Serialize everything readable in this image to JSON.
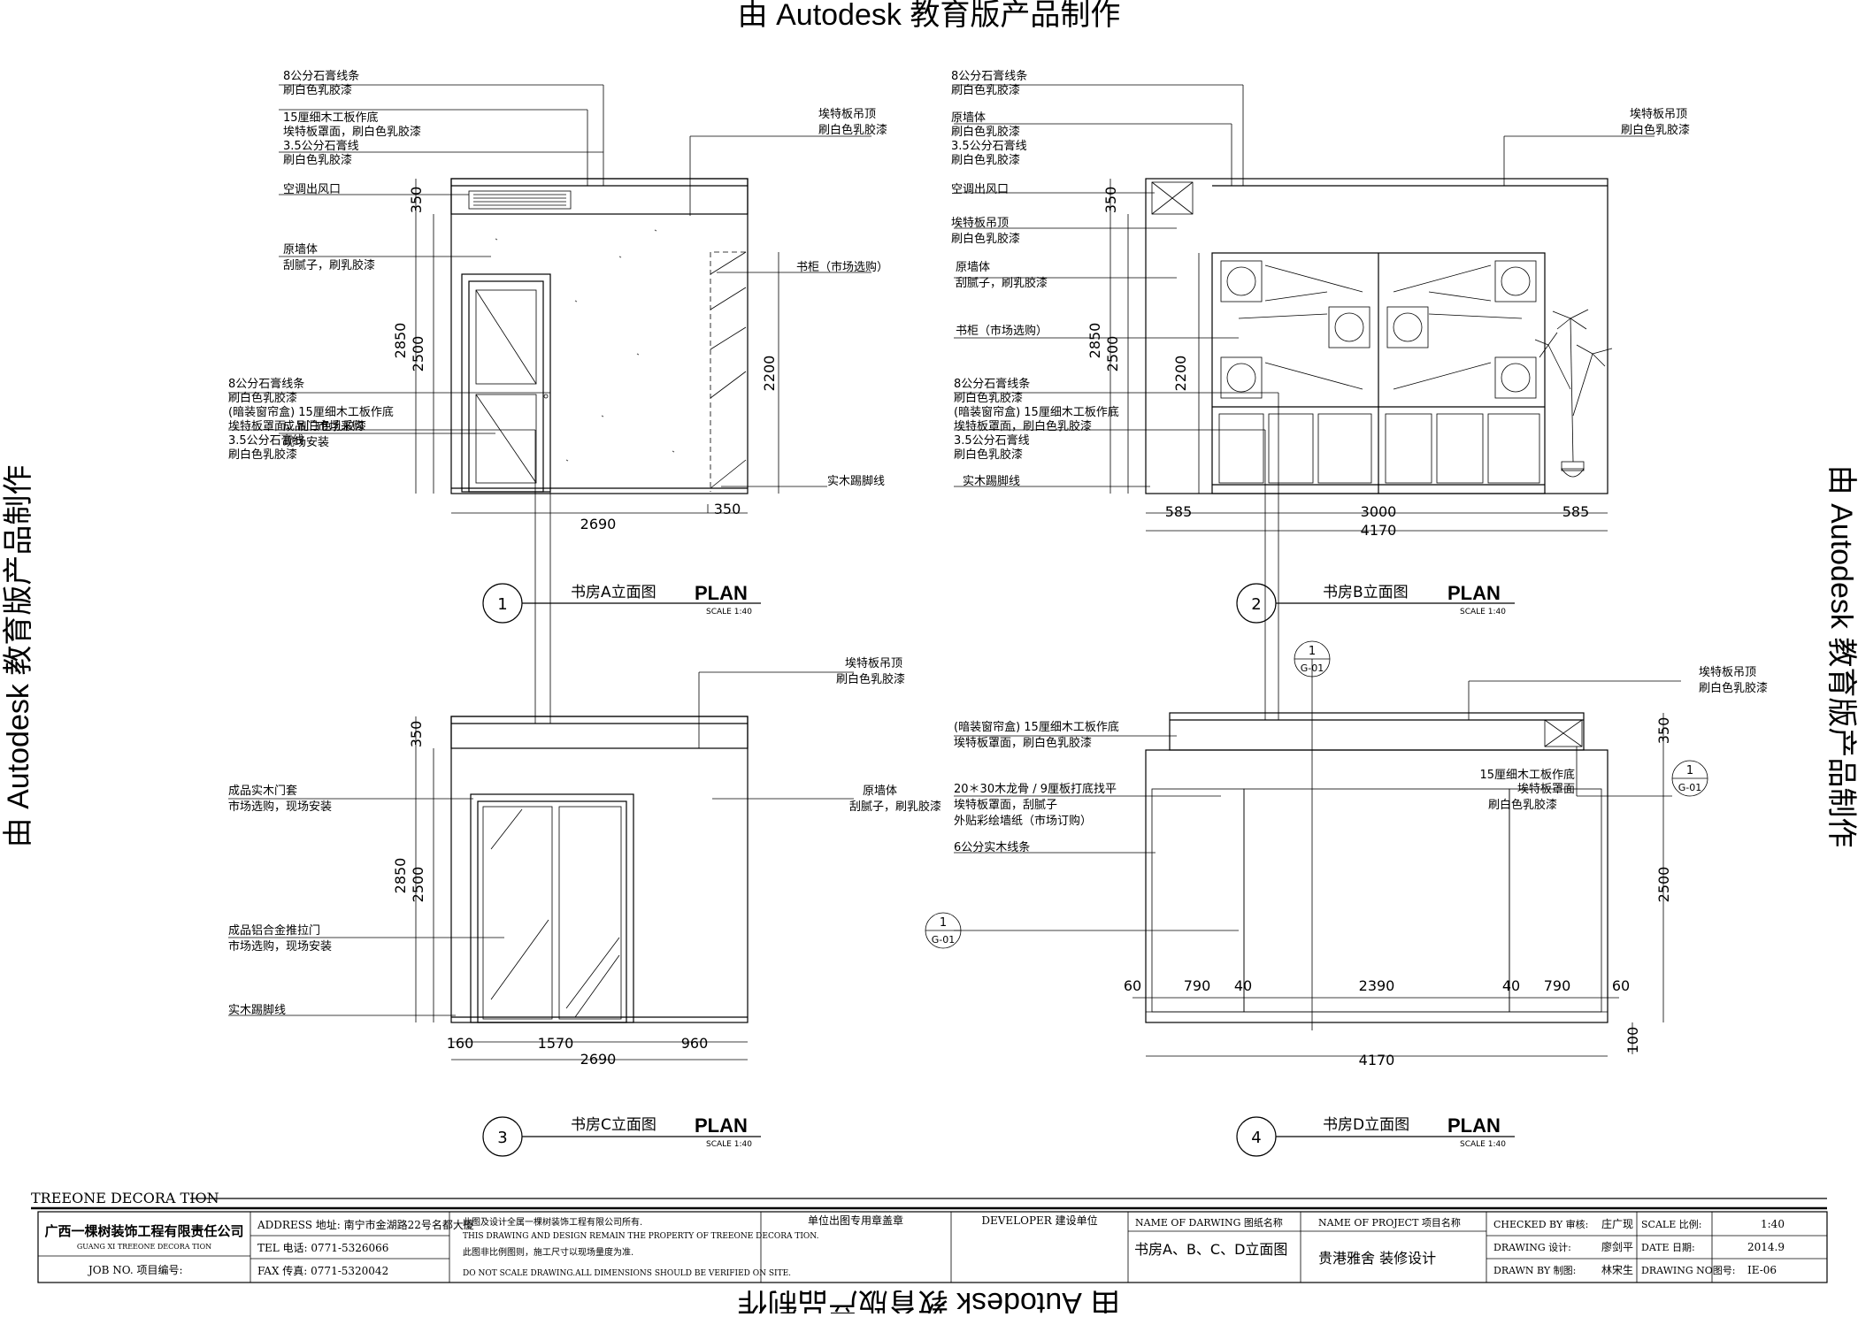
{
  "watermark": "由 Autodesk 教育版产品制作",
  "views": [
    {
      "number": "1",
      "title": "书房A立面图",
      "plan": "PLAN",
      "scale": "SCALE 1:40",
      "labels_left": [
        "8公分石膏线条",
        "刷白色乳胶漆",
        "15厘细木工板作底",
        "埃特板罩面，刷白色乳胶漆",
        "3.5公分石膏线",
        "刷白色乳胶漆",
        "空调出风口",
        "原墙体",
        "刮腻子，刷乳胶漆",
        "成品门市场采购",
        "现场安装"
      ],
      "labels_right": [
        "埃特板吊顶",
        "刷白色乳胶漆",
        "书柜（市场选购）",
        "实木踢脚线"
      ],
      "dims": {
        "h_total": "350",
        "h_2850": "2850",
        "h_2500": "2500",
        "h_2200": "2200",
        "w_total": "2690",
        "w_350": "350"
      }
    },
    {
      "number": "2",
      "title": "书房B立面图",
      "plan": "PLAN",
      "scale": "SCALE 1:40",
      "labels_left": [
        "8公分石膏线条",
        "刷白色乳胶漆",
        "原墙体",
        "刷白色乳胶漆",
        "3.5公分石膏线",
        "刷白色乳胶漆",
        "空调出风口",
        "埃特板吊顶",
        "刷白色乳胶漆",
        "原墙体",
        "刮腻子，刷乳胶漆",
        "书柜（市场选购）",
        "实木踢脚线"
      ],
      "labels_right": [
        "埃特板吊顶",
        "刷白色乳胶漆"
      ],
      "dims": {
        "h_350": "350",
        "h_2850": "2850",
        "h_2500": "2500",
        "h_2200": "2200",
        "w_585a": "585",
        "w_3000": "3000",
        "w_585b": "585",
        "w_total": "4170"
      }
    },
    {
      "number": "3",
      "title": "书房C立面图",
      "plan": "PLAN",
      "scale": "SCALE 1:40",
      "labels_left": [
        "8公分石膏线条",
        "刷白色乳胶漆",
        "(暗装窗帘盒) 15厘细木工板作底",
        "埃特板罩面，刷白色乳胶漆",
        "3.5公分石膏线",
        "刷白色乳胶漆",
        "成品实木门套",
        "市场选购，现场安装",
        "成品铝合金推拉门",
        "市场选购，现场安装",
        "实木踢脚线"
      ],
      "labels_right": [
        "埃特板吊顶",
        "刷白色乳胶漆",
        "原墙体",
        "刮腻子，刷乳胶漆"
      ],
      "dims": {
        "h_350": "350",
        "h_2850": "2850",
        "h_2500": "2500",
        "w_160": "160",
        "w_1570": "1570",
        "w_960": "960",
        "w_total": "2690"
      }
    },
    {
      "number": "4",
      "title": "书房D立面图",
      "plan": "PLAN",
      "scale": "SCALE 1:40",
      "labels_left": [
        "8公分石膏线条",
        "刷白色乳胶漆",
        "(暗装窗帘盒) 15厘细木工板作底",
        "埃特板罩面，刷白色乳胶漆",
        "3.5公分石膏线",
        "刷白色乳胶漆",
        "(暗装窗帘盒) 15厘细木工板作底",
        "埃特板罩面，刷白色乳胶漆",
        "20＊30木龙骨 / 9厘板打底找平",
        "埃特板罩面，刮腻子",
        "外贴彩绘墙纸（市场订购）",
        "6公分实木线条"
      ],
      "labels_right": [
        "埃特板吊顶",
        "刷白色乳胶漆",
        "15厘细木工板作底",
        "埃特板罩面",
        "刷白色乳胶漆"
      ],
      "section_tag": {
        "top": "1",
        "bottom": "G-01"
      },
      "dims": {
        "h_350": "350",
        "h_2500": "2500",
        "h_100": "100",
        "w_60a": "60",
        "w_790a": "790",
        "w_40a": "40",
        "w_2390": "2390",
        "w_40b": "40",
        "w_790b": "790",
        "w_60b": "60",
        "w_total": "4170"
      }
    }
  ],
  "title_block": {
    "brand": "TREEONE DECORA TION",
    "company": "广西一棵树装饰工程有限责任公司",
    "company_en": "GUANG XI TREEONE DECORA TION",
    "job_no": "JOB NO.  项目编号:",
    "address": "ADDRESS  地址:   南宁市金湖路22号名都大厦",
    "tel": "TEL  电话:   0771-5326066",
    "fax": "FAX  传真:   0771-5320042",
    "notice1": "此图及设计全属一棵树装饰工程有限公司所有.",
    "notice2": "THIS DRAWING AND DESIGN REMAIN THE PROPERTY OF TREEONE DECORA TION.",
    "notice3": "此图非比例图则，施工尺寸以现场量度为准.",
    "notice4": "DO NOT SCALE DRAWING.ALL DIMENSIONS SHOULD BE VERIFIED ON SITE.",
    "seal": "单位出图专用章盖章",
    "developer": "DEVELOPER   建设单位",
    "drawing_name_label": "NAME  OF  DARWING  图纸名称",
    "drawing_name": "书房A、B、C、D立面图",
    "project_label": "NAME  OF  PROJECT  项目名称",
    "project_name": "贵港雅舍  装修设计",
    "checked_label": "CHECKED BY  审核:",
    "checked": "庄广现",
    "drawing_label": "DRAWING    设计:",
    "designer": "廖剑平",
    "drawn_label": "DRAWN BY    制图:",
    "drawn": "林宋生",
    "scale_label": "SCALE      比例:",
    "scale": "1:40",
    "date_label": "DATE       日期:",
    "date": "2014.9",
    "drawing_no_label": "DRAWING NO图号:",
    "drawing_no": "IE-06"
  }
}
